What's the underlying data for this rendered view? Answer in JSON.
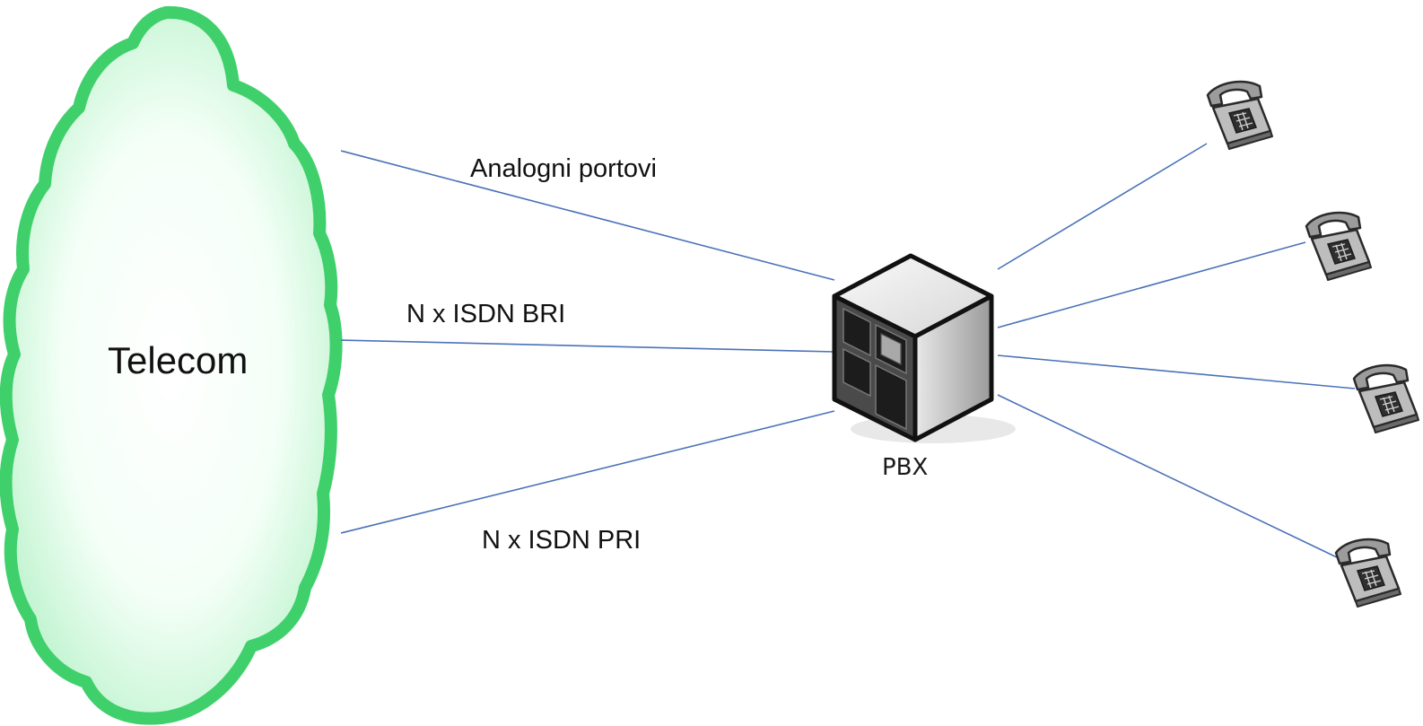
{
  "cloud": {
    "label": "Telecom",
    "icon": "cloud-icon",
    "fill_color": "#c9f5d6",
    "edge_color": "#3fd06b"
  },
  "pbx": {
    "label": "PBX",
    "icon": "server-cube-icon"
  },
  "links": {
    "line_color": "#4a72b8",
    "analog_label": "Analogni portovi",
    "bri_label": "N x ISDN BRI",
    "pri_label": "N x ISDN PRI"
  },
  "phones": [
    {
      "icon": "telephone-icon"
    },
    {
      "icon": "telephone-icon"
    },
    {
      "icon": "telephone-icon"
    },
    {
      "icon": "telephone-icon"
    }
  ]
}
